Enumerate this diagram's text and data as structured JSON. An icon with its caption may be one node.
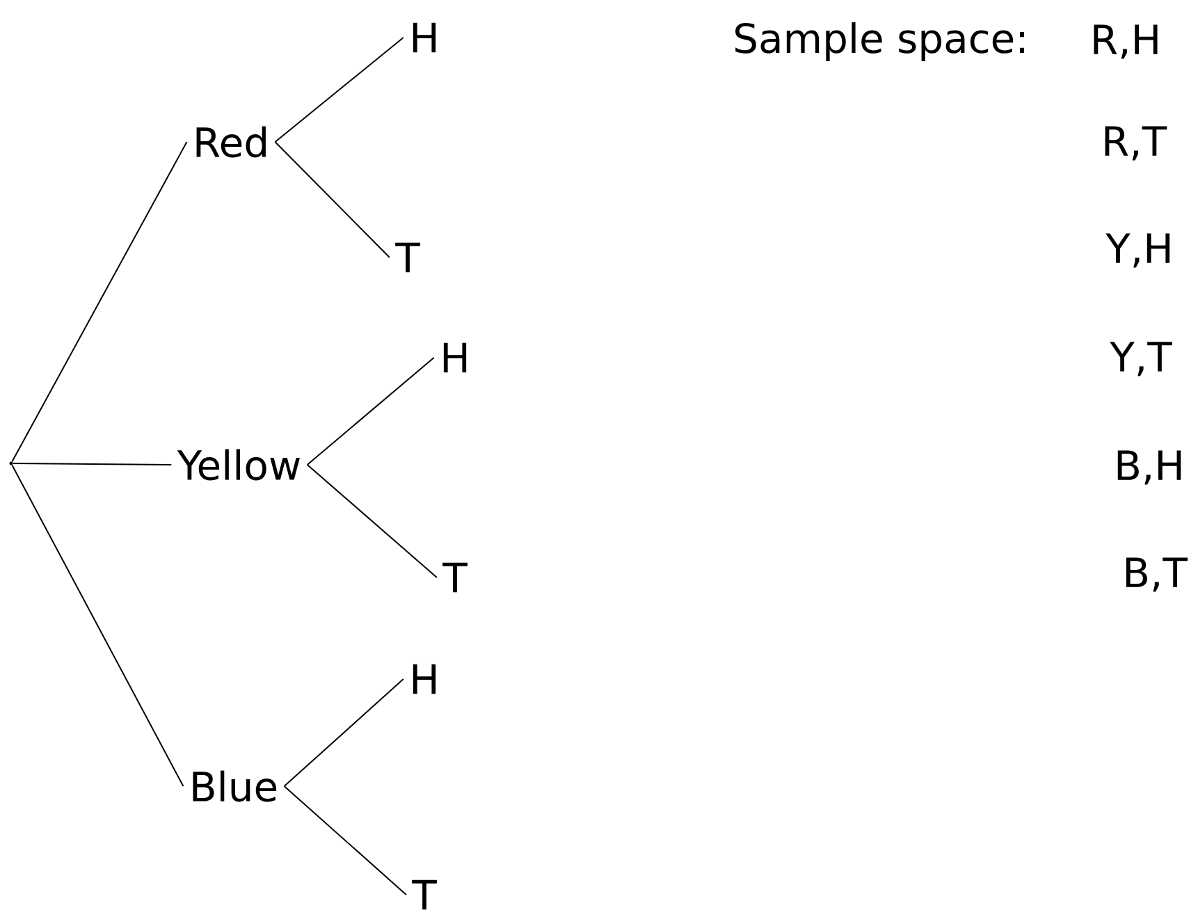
{
  "diagram": {
    "nodes": [
      {
        "text": [],
        "shape": "point"
      },
      {
        "text": [
          "Red"
        ]
      },
      {
        "text": [
          "H"
        ]
      },
      {
        "text": [
          "T"
        ]
      },
      {
        "text": [
          "Yellow"
        ]
      },
      {
        "text": [
          "H"
        ]
      },
      {
        "text": [
          "T"
        ]
      },
      {
        "text": [
          "Blue"
        ]
      },
      {
        "text": [
          "H"
        ]
      },
      {
        "text": [
          "T"
        ]
      }
    ],
    "edges": [
      {
        "from": 0,
        "to": 1,
        "arrow": "none"
      },
      {
        "from": 0,
        "to": 4,
        "arrow": "none"
      },
      {
        "from": 0,
        "to": 7,
        "arrow": "none"
      },
      {
        "from": 1,
        "to": 2,
        "arrow": "none"
      },
      {
        "from": 1,
        "to": 3,
        "arrow": "none"
      },
      {
        "from": 4,
        "to": 5,
        "arrow": "none"
      },
      {
        "from": 4,
        "to": 6,
        "arrow": "none"
      },
      {
        "from": 7,
        "to": 8,
        "arrow": "none"
      },
      {
        "from": 7,
        "to": 9,
        "arrow": "none"
      }
    ],
    "labels": [
      "Sample space:",
      "R,H",
      "R,T",
      "Y,H",
      "Y,T",
      "B,H",
      "B,T"
    ]
  }
}
